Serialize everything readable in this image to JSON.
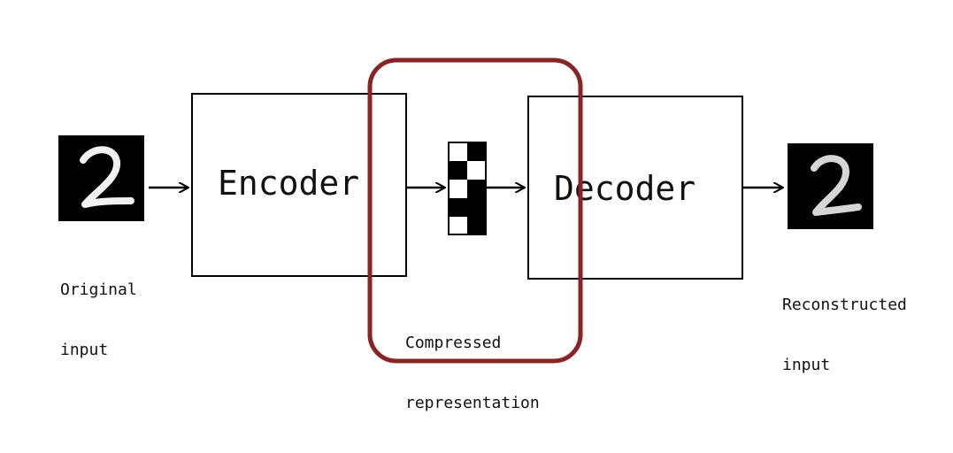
{
  "labels": {
    "original_line1": "Original",
    "original_line2": "input",
    "encoder": "Encoder",
    "decoder": "Decoder",
    "compressed_line1": "Compressed",
    "compressed_line2": "representation",
    "reconstructed_line1": "Reconstructed",
    "reconstructed_line2": "input"
  },
  "icons": {
    "input_digit": "digit-two-icon",
    "output_digit": "digit-two-icon"
  },
  "colors": {
    "highlight": "#8b2323",
    "stroke": "#000000",
    "digit_bg": "#000000",
    "digit_fg": "#ffffff"
  },
  "code_cells": [
    [
      1,
      0
    ],
    [
      0,
      1
    ],
    [
      1,
      0
    ],
    [
      0,
      0
    ],
    [
      1,
      0
    ]
  ]
}
